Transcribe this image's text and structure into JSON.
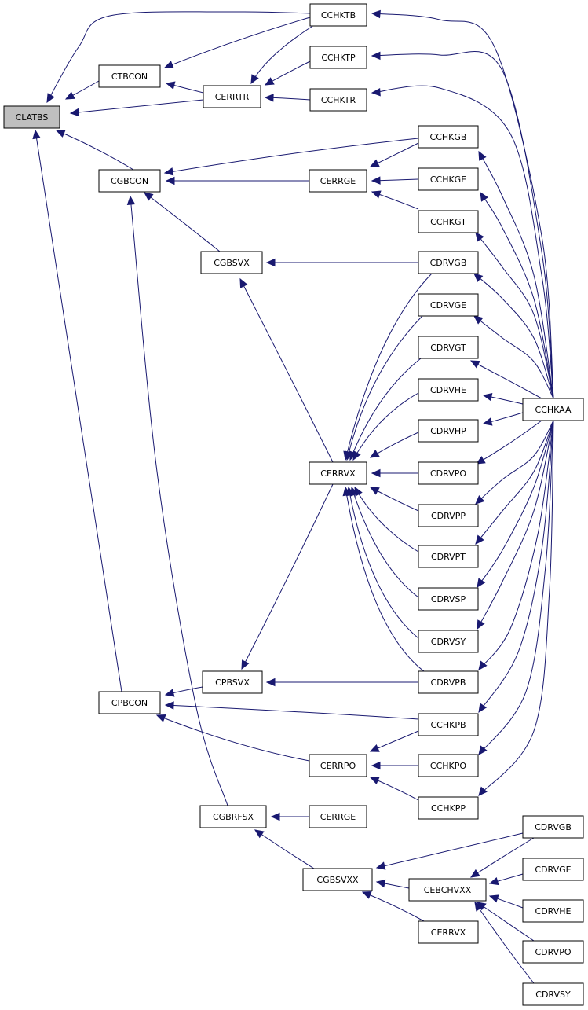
{
  "graph": {
    "root": "clatbs",
    "edge_color": "#191970",
    "root_fill": "#bfbfbf",
    "nodes": [
      {
        "id": "clatbs",
        "label": "CLATBS"
      },
      {
        "id": "ctbcon",
        "label": "CTBCON"
      },
      {
        "id": "cgbcon",
        "label": "CGBCON"
      },
      {
        "id": "cpbcon",
        "label": "CPBCON"
      },
      {
        "id": "cerrtr",
        "label": "CERRTR"
      },
      {
        "id": "cchktb",
        "label": "CCHKTB"
      },
      {
        "id": "cchktp",
        "label": "CCHKTP"
      },
      {
        "id": "cchktr",
        "label": "CCHKTR"
      },
      {
        "id": "cerrge",
        "label": "CERRGE"
      },
      {
        "id": "cgbsvx",
        "label": "CGBSVX"
      },
      {
        "id": "cchkgb",
        "label": "CCHKGB"
      },
      {
        "id": "cchkge",
        "label": "CCHKGE"
      },
      {
        "id": "cchkgt",
        "label": "CCHKGT"
      },
      {
        "id": "cdrvgb",
        "label": "CDRVGB"
      },
      {
        "id": "cerrvx",
        "label": "CERRVX"
      },
      {
        "id": "cdrvge",
        "label": "CDRVGE"
      },
      {
        "id": "cdrvgt",
        "label": "CDRVGT"
      },
      {
        "id": "cdrvhe",
        "label": "CDRVHE"
      },
      {
        "id": "cdrvhp",
        "label": "CDRVHP"
      },
      {
        "id": "cdrvpo",
        "label": "CDRVPO"
      },
      {
        "id": "cdrvpp",
        "label": "CDRVPP"
      },
      {
        "id": "cdrvpt",
        "label": "CDRVPT"
      },
      {
        "id": "cdrvsp",
        "label": "CDRVSP"
      },
      {
        "id": "cdrvsy",
        "label": "CDRVSY"
      },
      {
        "id": "cdrvpb",
        "label": "CDRVPB"
      },
      {
        "id": "cchkaa",
        "label": "CCHKAA"
      },
      {
        "id": "cpbsvx",
        "label": "CPBSVX"
      },
      {
        "id": "cchkpb",
        "label": "CCHKPB"
      },
      {
        "id": "cerrpo",
        "label": "CERRPO"
      },
      {
        "id": "cchkpo",
        "label": "CCHKPO"
      },
      {
        "id": "cchkpp",
        "label": "CCHKPP"
      },
      {
        "id": "cgbrfsx",
        "label": "CGBRFSX"
      },
      {
        "id": "cerrge2",
        "label": "CERRGE"
      },
      {
        "id": "cgbsvxx",
        "label": "CGBSVXX"
      },
      {
        "id": "cebchvxx",
        "label": "CEBCHVXX"
      },
      {
        "id": "cerrvx2",
        "label": "CERRVX"
      },
      {
        "id": "cdrvgb2",
        "label": "CDRVGB"
      },
      {
        "id": "cdrvge2",
        "label": "CDRVGE"
      },
      {
        "id": "cdrvhe2",
        "label": "CDRVHE"
      },
      {
        "id": "cdrvpo2",
        "label": "CDRVPO"
      },
      {
        "id": "cdrvsy2",
        "label": "CDRVSY"
      }
    ],
    "edges": [
      {
        "from": "ctbcon",
        "to": "clatbs"
      },
      {
        "from": "cchktb",
        "to": "clatbs"
      },
      {
        "from": "cerrtr",
        "to": "clatbs"
      },
      {
        "from": "cgbcon",
        "to": "clatbs"
      },
      {
        "from": "cpbcon",
        "to": "clatbs"
      },
      {
        "from": "cchktb",
        "to": "ctbcon"
      },
      {
        "from": "cerrtr",
        "to": "ctbcon"
      },
      {
        "from": "cchktb",
        "to": "cerrtr"
      },
      {
        "from": "cchktp",
        "to": "cerrtr"
      },
      {
        "from": "cchktr",
        "to": "cerrtr"
      },
      {
        "from": "cchkaa",
        "to": "cchktb"
      },
      {
        "from": "cchkaa",
        "to": "cchktp"
      },
      {
        "from": "cchkaa",
        "to": "cchktr"
      },
      {
        "from": "cchkgb",
        "to": "cgbcon"
      },
      {
        "from": "cerrge",
        "to": "cgbcon"
      },
      {
        "from": "cgbsvx",
        "to": "cgbcon"
      },
      {
        "from": "cgbrfsx",
        "to": "cgbcon"
      },
      {
        "from": "cchkgb",
        "to": "cerrge"
      },
      {
        "from": "cchkge",
        "to": "cerrge"
      },
      {
        "from": "cchkgt",
        "to": "cerrge"
      },
      {
        "from": "cdrvgb",
        "to": "cgbsvx"
      },
      {
        "from": "cerrvx",
        "to": "cgbsvx"
      },
      {
        "from": "cchkaa",
        "to": "cchkgb"
      },
      {
        "from": "cchkaa",
        "to": "cchkge"
      },
      {
        "from": "cchkaa",
        "to": "cchkgt"
      },
      {
        "from": "cchkaa",
        "to": "cdrvgb"
      },
      {
        "from": "cchkaa",
        "to": "cdrvge"
      },
      {
        "from": "cchkaa",
        "to": "cdrvgt"
      },
      {
        "from": "cchkaa",
        "to": "cdrvhe"
      },
      {
        "from": "cchkaa",
        "to": "cdrvhp"
      },
      {
        "from": "cchkaa",
        "to": "cdrvpo"
      },
      {
        "from": "cchkaa",
        "to": "cdrvpp"
      },
      {
        "from": "cchkaa",
        "to": "cdrvpt"
      },
      {
        "from": "cchkaa",
        "to": "cdrvsp"
      },
      {
        "from": "cchkaa",
        "to": "cdrvsy"
      },
      {
        "from": "cchkaa",
        "to": "cdrvpb"
      },
      {
        "from": "cchkaa",
        "to": "cchkpb"
      },
      {
        "from": "cchkaa",
        "to": "cchkpo"
      },
      {
        "from": "cchkaa",
        "to": "cchkpp"
      },
      {
        "from": "cdrvgb",
        "to": "cerrvx"
      },
      {
        "from": "cdrvge",
        "to": "cerrvx"
      },
      {
        "from": "cdrvgt",
        "to": "cerrvx"
      },
      {
        "from": "cdrvhe",
        "to": "cerrvx"
      },
      {
        "from": "cdrvhp",
        "to": "cerrvx"
      },
      {
        "from": "cdrvpo",
        "to": "cerrvx"
      },
      {
        "from": "cdrvpp",
        "to": "cerrvx"
      },
      {
        "from": "cdrvpt",
        "to": "cerrvx"
      },
      {
        "from": "cdrvsp",
        "to": "cerrvx"
      },
      {
        "from": "cdrvsy",
        "to": "cerrvx"
      },
      {
        "from": "cdrvpb",
        "to": "cerrvx"
      },
      {
        "from": "cerrvx",
        "to": "cpbsvx"
      },
      {
        "from": "cdrvpb",
        "to": "cpbsvx"
      },
      {
        "from": "cpbsvx",
        "to": "cpbcon"
      },
      {
        "from": "cchkpb",
        "to": "cpbcon"
      },
      {
        "from": "cerrpo",
        "to": "cpbcon"
      },
      {
        "from": "cchkpb",
        "to": "cerrpo"
      },
      {
        "from": "cchkpo",
        "to": "cerrpo"
      },
      {
        "from": "cchkpp",
        "to": "cerrpo"
      },
      {
        "from": "cerrge2",
        "to": "cgbrfsx"
      },
      {
        "from": "cgbsvxx",
        "to": "cgbrfsx"
      },
      {
        "from": "cdrvgb2",
        "to": "cgbsvxx"
      },
      {
        "from": "cebchvxx",
        "to": "cgbsvxx"
      },
      {
        "from": "cerrvx2",
        "to": "cgbsvxx"
      },
      {
        "from": "cdrvgb2",
        "to": "cebchvxx"
      },
      {
        "from": "cdrvge2",
        "to": "cebchvxx"
      },
      {
        "from": "cdrvhe2",
        "to": "cebchvxx"
      },
      {
        "from": "cdrvpo2",
        "to": "cebchvxx"
      },
      {
        "from": "cdrvsy2",
        "to": "cebchvxx"
      }
    ]
  }
}
